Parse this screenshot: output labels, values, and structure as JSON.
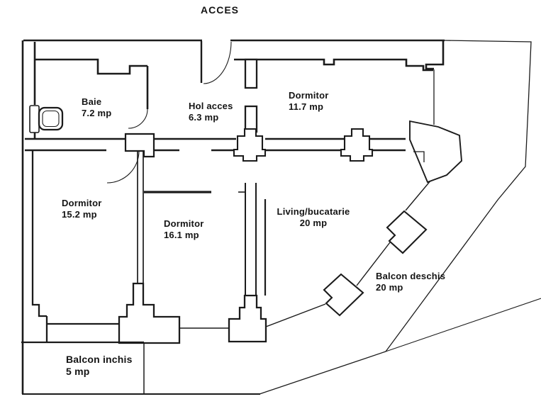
{
  "title": "ACCES",
  "labels": {
    "baie": {
      "name": "Baie",
      "area": "7.2 mp"
    },
    "hol": {
      "name": "Hol acces",
      "area": "6.3 mp"
    },
    "dormitor1": {
      "name": "Dormitor",
      "area": "11.7 mp"
    },
    "dormitor2": {
      "name": "Dormitor",
      "area": "15.2 mp"
    },
    "dormitor3": {
      "name": "Dormitor",
      "area": "16.1 mp"
    },
    "living": {
      "name": "Living/bucatarie",
      "area": "20 mp"
    },
    "balcon_deschis": {
      "name": "Balcon deschis",
      "area": "20  mp"
    },
    "balcon_inchis": {
      "name": "Balcon inchis",
      "area": "5 mp"
    }
  },
  "colors": {
    "wall": "#1b1b1b",
    "background": "#ffffff"
  }
}
